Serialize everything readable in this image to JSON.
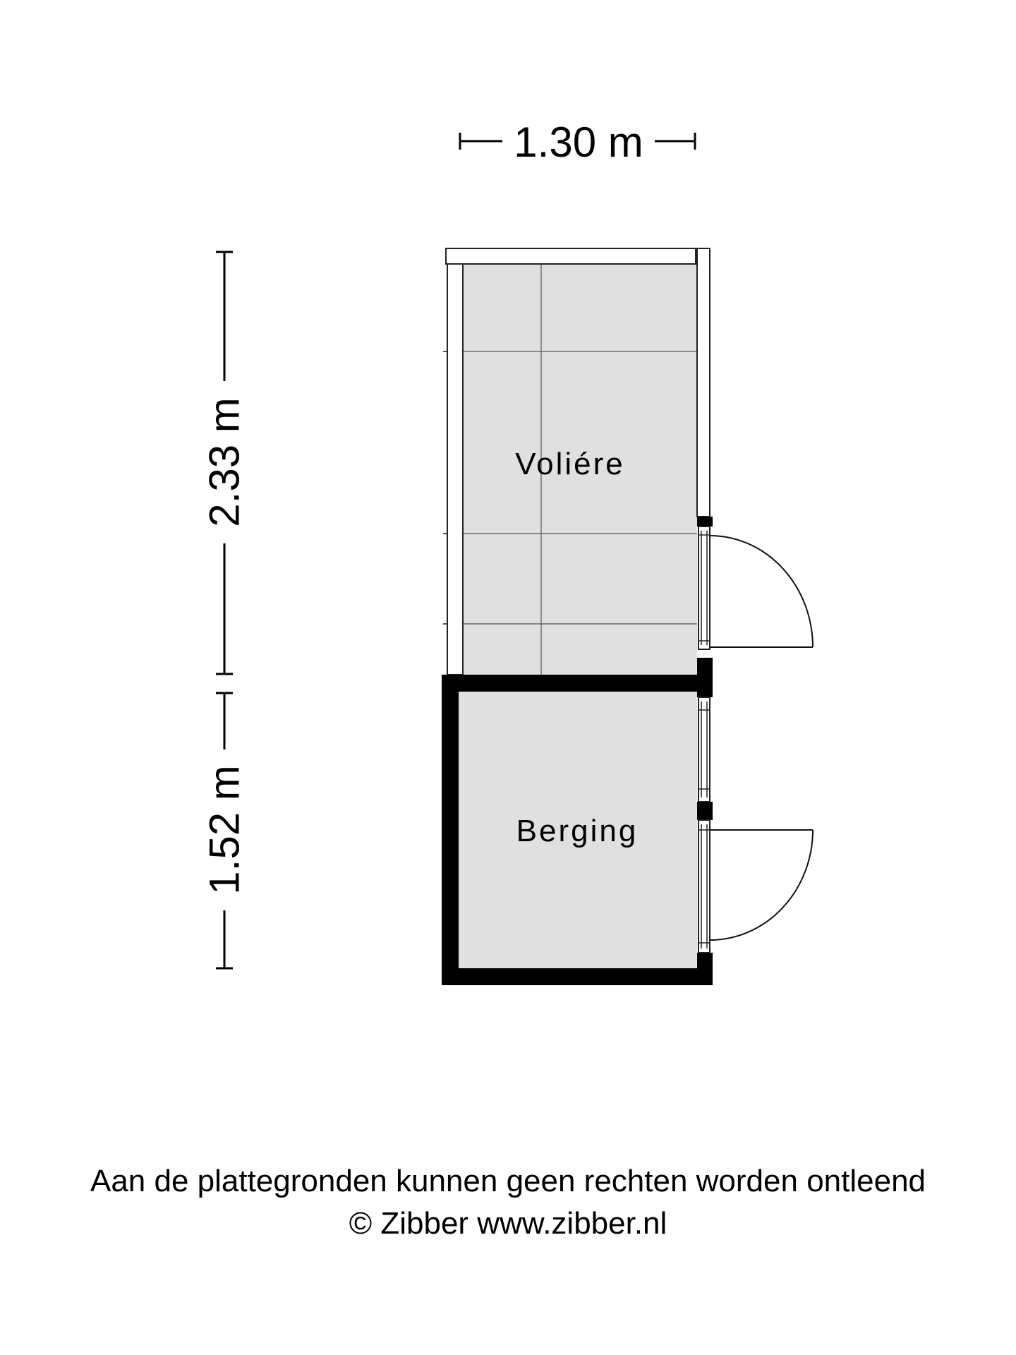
{
  "dimensions": {
    "width_label": "1.30 m",
    "height_voliere_label": "2.33 m",
    "height_berging_label": "1.52 m"
  },
  "rooms": {
    "voliere": "Voliére",
    "berging": "Berging"
  },
  "footer": {
    "disclaimer": "Aan de plattegronden kunnen geen rechten worden ontleend",
    "copyright": "© Zibber www.zibber.nl"
  },
  "colors": {
    "floor": "#e0e0e0",
    "wall": "#000000",
    "open_frame": "#ffffff",
    "line": "#1a1a1a"
  }
}
